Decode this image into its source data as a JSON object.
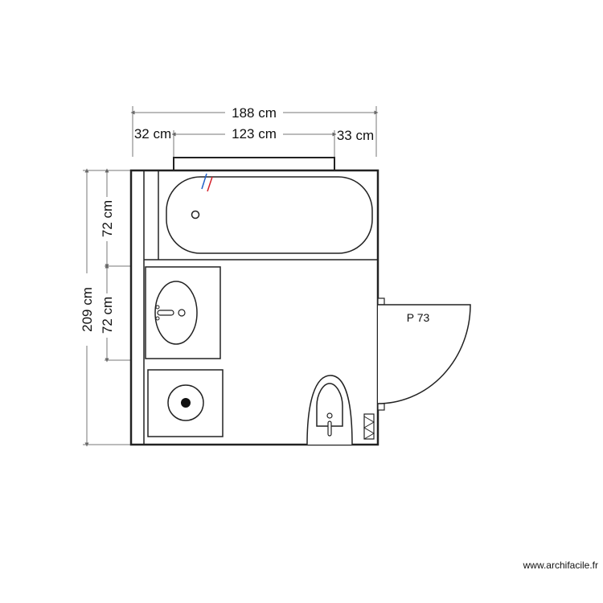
{
  "dimensions": {
    "total_width": "188 cm",
    "left_offset": "32 cm",
    "window_width": "123 cm",
    "right_offset": "33 cm",
    "total_height": "209 cm",
    "bath_depth": "72 cm",
    "vanity_depth": "72 cm"
  },
  "door": {
    "label": "P 73"
  },
  "fixtures": [
    "bathtub",
    "washbasin",
    "shower-drain",
    "toilet",
    "radiator"
  ],
  "colors": {
    "hot_pipe": "#d4202a",
    "cold_pipe": "#2060c8",
    "line": "#222222"
  },
  "watermark": "www.archifacile.fr"
}
